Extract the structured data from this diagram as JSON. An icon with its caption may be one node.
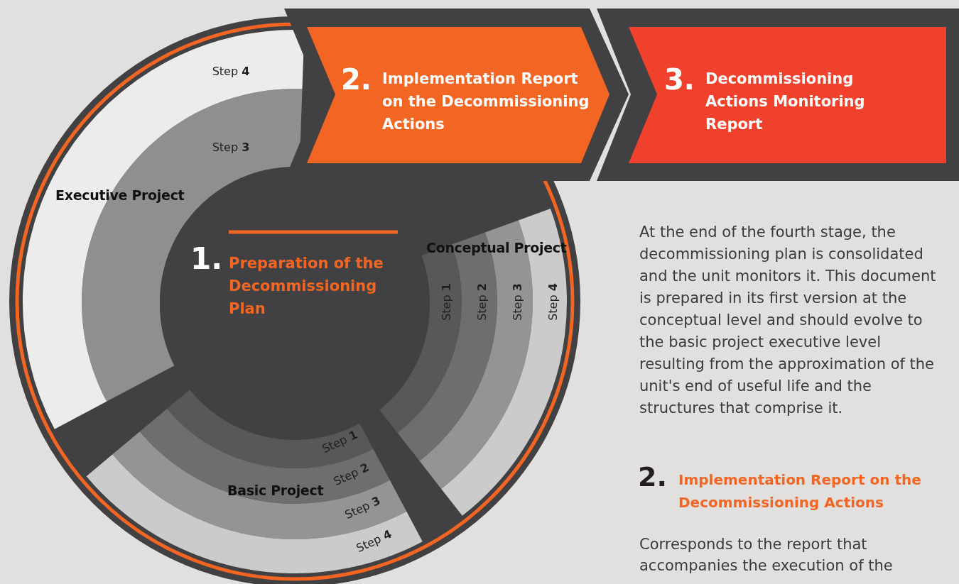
{
  "diagram": {
    "nodes": [
      {
        "text": [
          "1.",
          "Preparation of the Decommissioning Plan"
        ]
      },
      {
        "text": [
          "2.",
          "Implementation Report on the Decommissioning Actions"
        ]
      },
      {
        "text": [
          "3.",
          "Decommissioning Actions Monitoring Report"
        ]
      },
      {
        "text": [
          "Executive Project",
          "Step **4**",
          "Step **3**"
        ]
      },
      {
        "text": [
          "Conceptual Project",
          "Step **1**",
          "Step **2**",
          "Step **3**",
          "Step **4**"
        ]
      },
      {
        "text": [
          "Basic Project",
          "Step **1**",
          "Step **2**",
          "Step **3**",
          "Step **4**"
        ]
      }
    ],
    "labels": [
      "At the end of the fourth stage, the decommissioning plan is consolidated and the unit monitors it. This document is prepared in its first version at the conceptual level and should evolve to the basic project executive level resulting from the approximation of the unit's end of useful life and the structures that comprise it.",
      "2.",
      "Implementation Report on the Decommissioning Actions",
      "Corresponds to the report that accompanies the execution of the"
    ]
  }
}
